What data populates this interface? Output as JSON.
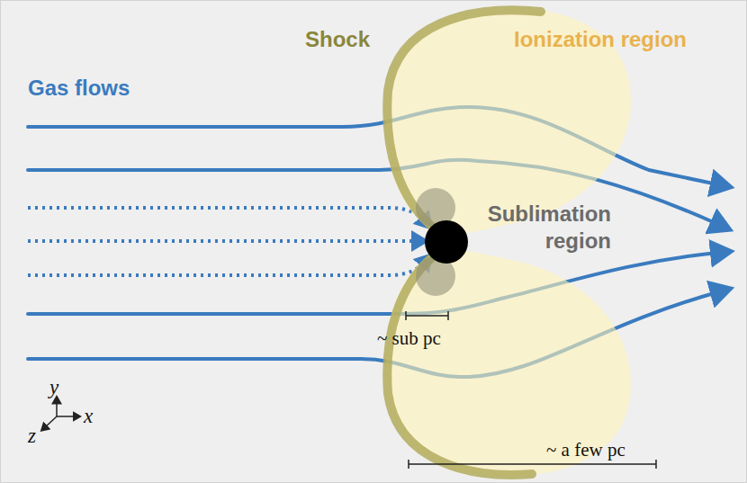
{
  "diagram": {
    "labels": [
      "Shock",
      "Ionization region",
      "Gas flows",
      "Sublimation region",
      "~ sub pc",
      "~ a few pc",
      "y",
      "x",
      "z"
    ]
  }
}
